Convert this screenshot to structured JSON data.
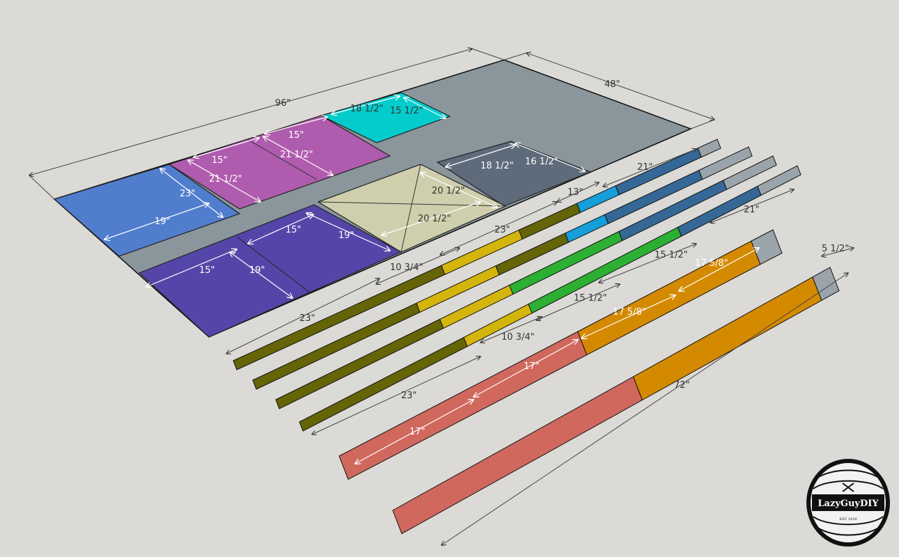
{
  "colors": {
    "background": "#dcdad6",
    "sheet": "#8a969c",
    "cut_blue": "#517dcd",
    "cut_magenta": "#b05cae",
    "cut_cyan": "#05cccc",
    "cut_slate": "#5e6b7a",
    "cut_tan": "#cfcfad",
    "cut_indigo": "#5446a8",
    "board_olive": "#656407",
    "board_yellow": "#d4b50c",
    "board_green": "#2caf33",
    "board_lightblue": "#159ed8",
    "board_steel": "#356896",
    "board_grey": "#9aa4aa",
    "board_orange": "#d48a00",
    "board_salmon": "#d0685e"
  },
  "sheet": {
    "length_label": "96\"",
    "width_label": "48\"",
    "labels": {
      "blue_23": "23\"",
      "blue_19": "19\"",
      "mag_15a": "15\"",
      "mag_21a": "21 1/2\"",
      "mag_15b": "15\"",
      "mag_21b": "21 1/2\"",
      "cyan_18": "18 1/2\"",
      "cyan_15": "15 1/2\"",
      "slate_18": "18 1/2\"",
      "slate_16": "16 1/2\"",
      "tan_20a": "20 1/2\"",
      "tan_20b": "20 1/2\"",
      "ind_15a": "15\"",
      "ind_19a": "19\"",
      "ind_15b": "15\"",
      "ind_19b": "19\""
    }
  },
  "boards": {
    "labels": {
      "b_21_top": "21\"",
      "b_13": "13\"",
      "b_23_top": "23\"",
      "b_21_right": "21\"",
      "b_10_top": "10 3/4\"",
      "b_15_a": "15 1/2\"",
      "b_23_left": "23\"",
      "b_15_b": "15 1/2\"",
      "b_10_bottom": "10 3/4\"",
      "b_23_bottom": "23\"",
      "b_17_5_a": "17 5/8\"",
      "b_17_5_b": "17 5/8\"",
      "b_17_a": "17\"",
      "b_17_b": "17\"",
      "b_5_5": "5 1/2\"",
      "b_72": "72\""
    }
  },
  "logo": {
    "name": "LazyGuyDIY",
    "est": "EST. 2016"
  }
}
